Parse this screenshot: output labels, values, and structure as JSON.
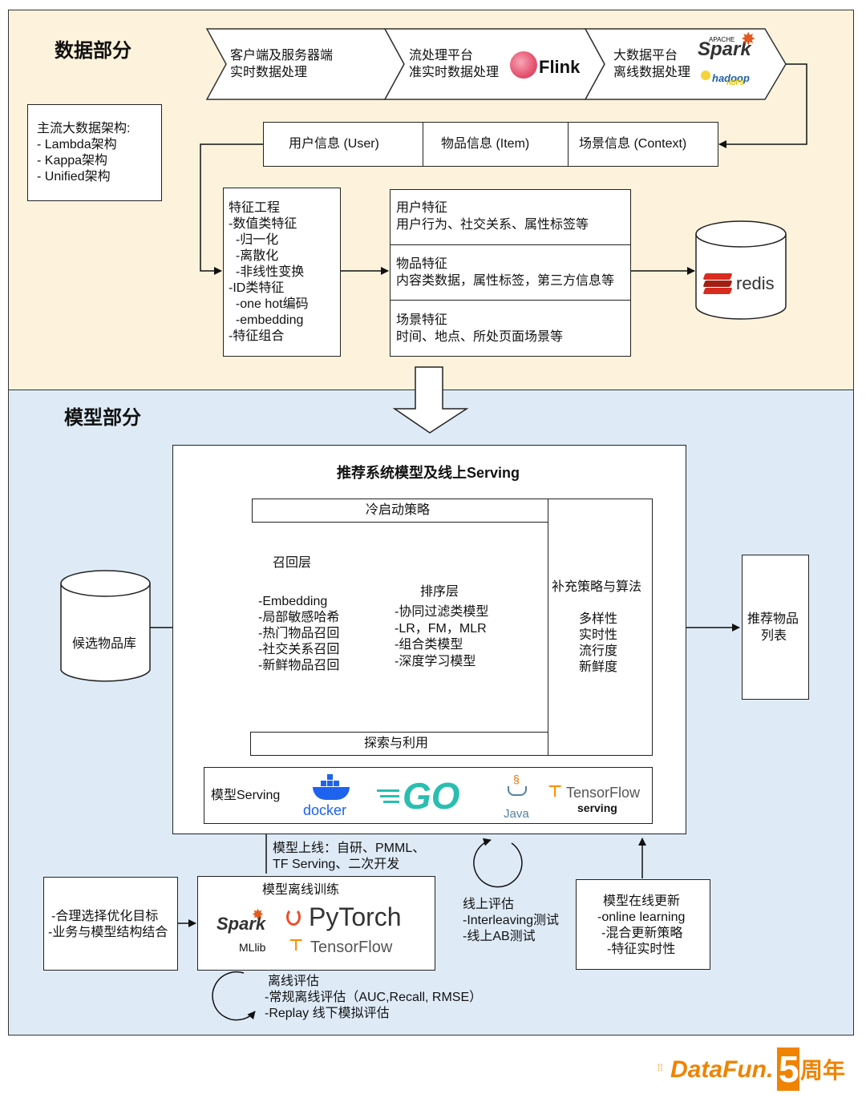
{
  "sections": {
    "data_title": "数据部分",
    "model_title": "模型部分"
  },
  "pipeline": [
    {
      "line1": "客户端及服务器端",
      "line2": "实时数据处理"
    },
    {
      "line1": "流处理平台",
      "line2": "准实时数据处理",
      "logo": "Flink"
    },
    {
      "line1": "大数据平台",
      "line2": "离线数据处理",
      "logo": "Spark",
      "logo_sub": "APACHE",
      "logo2": "hadoop",
      "logo2_sub": "HDFS"
    }
  ],
  "architecture": {
    "title": "主流大数据架构:",
    "items": [
      "- Lambda架构",
      "- Kappa架构",
      "- Unified架构"
    ]
  },
  "info_row": [
    "用户信息 (User)",
    "物品信息 (Item)",
    "场景信息 (Context)"
  ],
  "feature_engineering": [
    "特征工程",
    "-数值类特征",
    "  -归一化",
    "  -离散化",
    "  -非线性变换",
    "-ID类特征",
    "  -one hot编码",
    "  -embedding",
    "-特征组合"
  ],
  "features": [
    {
      "title": "用户特征",
      "desc": "用户行为、社交关系、属性标签等"
    },
    {
      "title": "物品特征",
      "desc": "内容类数据，属性标签，第三方信息等"
    },
    {
      "title": "场景特征",
      "desc": "时间、地点、所处页面场景等"
    }
  ],
  "redis": "redis",
  "serving": {
    "title": "推荐系统模型及线上Serving",
    "cold_start": "冷启动策略",
    "recall_title": "召回层",
    "recall_items": [
      "-Embedding",
      "-局部敏感哈希",
      "-热门物品召回",
      "-社交关系召回",
      "-新鲜物品召回"
    ],
    "rank_title": "排序层",
    "rank_items": [
      "-协同过滤类模型",
      "-LR，FM，MLR",
      "-组合类模型",
      "-深度学习模型"
    ],
    "explore": "探索与利用",
    "supplement_title": "补充策略与算法",
    "supplement_items": [
      "多样性",
      "实时性",
      "流行度",
      "新鲜度"
    ],
    "model_serving_label": "模型Serving",
    "logos": {
      "docker": "docker",
      "go": "GO",
      "java": "Java",
      "tf": "TensorFlow",
      "tf_sub": "serving"
    }
  },
  "candidate": "候选物品库",
  "result": [
    "推荐物品",
    "列表"
  ],
  "deploy": [
    "模型上线：自研、PMML、",
    "TF Serving、二次开发"
  ],
  "goals": [
    "-合理选择优化目标",
    "-业务与模型结构结合"
  ],
  "offline_training": {
    "title": "模型离线训练",
    "logos": {
      "spark": "Spark",
      "mllib": "MLlib",
      "pytorch": "PyTorch",
      "tf": "TensorFlow"
    }
  },
  "online_eval": [
    "线上评估",
    "-Interleaving测试",
    "-线上AB测试"
  ],
  "online_update": [
    "模型在线更新",
    "-online learning",
    "-混合更新策略",
    "-特征实时性"
  ],
  "offline_eval": [
    "离线评估",
    "-常规离线评估（AUC,Recall, RMSE）",
    "-Replay 线下模拟评估"
  ],
  "footer": {
    "brand": "DataFun.",
    "number": "5",
    "suffix": "周年"
  },
  "colors": {
    "data_bg": "#fdf3dc",
    "model_bg": "#deebf7",
    "spark": "#e25a1c",
    "flink": "#e6526f",
    "redis": "#d82c20",
    "docker": "#1d63ed",
    "go": "#29beb0",
    "tf": "#ff8f00",
    "java": "#5382a1",
    "footer": "#f08300"
  }
}
